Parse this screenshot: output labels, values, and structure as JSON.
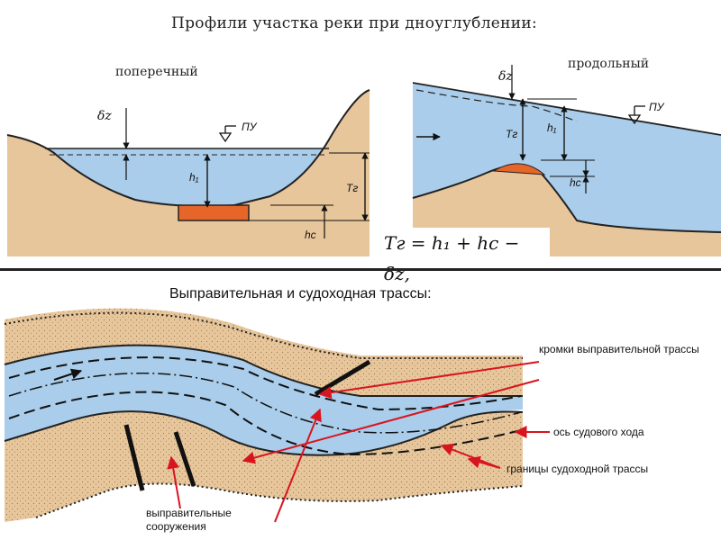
{
  "title": "Профили участка реки при дноуглублении:",
  "cross_section": {
    "caption": "поперечный",
    "labels": {
      "dz": "δz",
      "pu": "ПУ",
      "h1": "h₁",
      "hc": "hс",
      "tg": "Tг"
    }
  },
  "long_section": {
    "caption": "продольный",
    "labels": {
      "dz": "δz",
      "pu": "ПУ",
      "h1": "h₁",
      "hc": "hс",
      "tg": "Tг"
    }
  },
  "formula": "Tг = h₁ + hс − δz,",
  "plan": {
    "title": "Выправительная и судоходная трассы:",
    "labels": {
      "edges": "кромки выправительной трассы",
      "axis": "ось судового хода",
      "bounds": "границы судоходной трассы",
      "structures": "выправительные сооружения"
    }
  },
  "colors": {
    "water": "#a9cdea",
    "soil": "#e8c69b",
    "dredge": "#e6662a",
    "arrow": "#d8141f",
    "bank_outline": "#222222"
  }
}
